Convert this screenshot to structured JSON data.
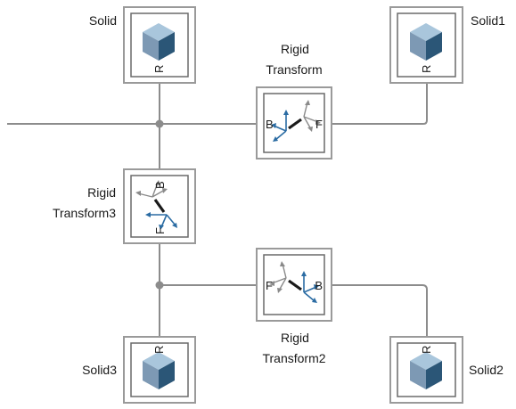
{
  "blocks": {
    "solid": {
      "label": "Solid",
      "port": "R"
    },
    "solid1": {
      "label": "Solid1",
      "port": "R"
    },
    "solid2": {
      "label": "Solid2",
      "port": "R"
    },
    "solid3": {
      "label": "Solid3",
      "port": "R"
    },
    "rigid_transform": {
      "label_line1": "Rigid",
      "label_line2": "Transform",
      "port_base": "B",
      "port_follower": "F"
    },
    "rigid_transform2": {
      "label_line1": "Rigid",
      "label_line2": "Transform2",
      "port_base": "B",
      "port_follower": "F"
    },
    "rigid_transform3": {
      "label_line1": "Rigid",
      "label_line2": "Transform3",
      "port_base": "B",
      "port_follower": "F"
    }
  },
  "icons": {
    "solid": "cube-icon",
    "transform": "frame-transform-icon"
  },
  "colors": {
    "wire": "#8c8c8c",
    "block_border": "#9a9a9a",
    "cube_top": "#a9c6dc",
    "cube_left": "#7d99b4",
    "cube_right": "#2b5677",
    "frame_blue": "#2b6ca3",
    "frame_gray": "#8a8a8a"
  }
}
